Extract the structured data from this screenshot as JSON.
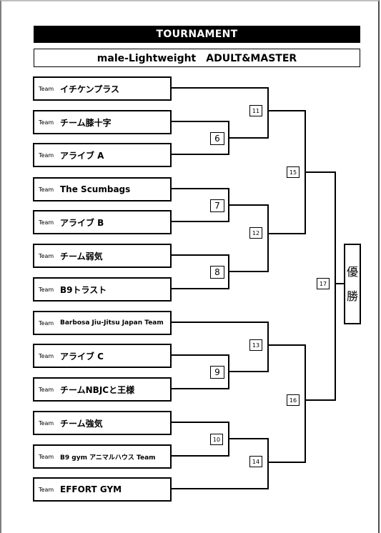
{
  "title": "TOURNAMENT",
  "subtitle": "male-Lightweight　ADULT&MASTER",
  "team_prefix": "Team",
  "teams": [
    "イチケンプラス",
    "チーム膝十字",
    "アライブ A",
    "The Scumbags",
    "アライブ B",
    "チーム弱気",
    "B9トラスト",
    "Barbosa Jiu-Jitsu Japan Team",
    "アライブ C",
    "チームNBJCと王様",
    "チーム強気",
    "B9 gym アニマルハウス Team",
    "EFFORT GYM"
  ],
  "matches": [
    "6",
    "7",
    "8",
    "9",
    "10",
    "11",
    "12",
    "13",
    "14",
    "15",
    "16",
    "17"
  ],
  "winner": {
    "char1": "優",
    "char2": "勝"
  }
}
